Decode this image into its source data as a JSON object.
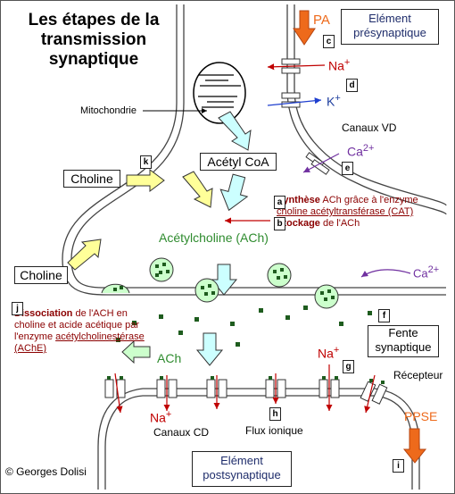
{
  "title": "Les étapes de la\ntransmission\nsynaptique",
  "labels": {
    "element_presynaptique": "Elément\nprésynaptique",
    "element_postsynaptique": "Elément\npostsynaptique",
    "pa": "PA",
    "na_top": "Na",
    "k": "K",
    "canaux_vd": "Canaux VD",
    "ca_top": "Ca",
    "ca_right": "Ca",
    "mitochondrie": "Mitochondrie",
    "acetyl_coa": "Acétyl CoA",
    "choline_top": "Choline",
    "choline_left": "Choline",
    "acetylcholine": "Acétylcholine (ACh)",
    "fente": "Fente\nsynaptique",
    "ach": "ACh",
    "na_post1": "Na",
    "na_post2": "Na",
    "recepteur": "Récepteur",
    "ppse": "PPSE",
    "canaux_cd": "Canaux CD",
    "flux_ionique": "Flux ionique",
    "copyright": "© Georges Dolisi",
    "plus": "+",
    "two_plus": "2+"
  },
  "synthese": {
    "bold1": "Synthèse",
    "t1": " ACh grâce à l'enzyme ",
    "ul1": "choline acétyltransférase (CAT)",
    "bold2": "Stockage",
    "t2": " de l'ACh"
  },
  "dissociation": {
    "bold": "Dissociation",
    "t1": " de l'ACH en choline et acide acétique par l'enzyme ",
    "ul": "acétylcholinestérase (AChE)"
  },
  "letters": {
    "a": "a",
    "b": "b",
    "c": "c",
    "d": "d",
    "e": "e",
    "f": "f",
    "g": "g",
    "h": "h",
    "i": "i",
    "j": "j",
    "k": "k"
  },
  "colors": {
    "red": "#c00000",
    "dark_red": "#8b0000",
    "green": "#2e8b2e",
    "purple": "#7030a0",
    "blue": "#1f3f9f",
    "orange": "#ee6a1b",
    "yellow_fill": "#ffff99",
    "cyan_fill": "#ccffff",
    "vesicle_fill": "#ccffcc",
    "dot": "#1e5c1e"
  }
}
